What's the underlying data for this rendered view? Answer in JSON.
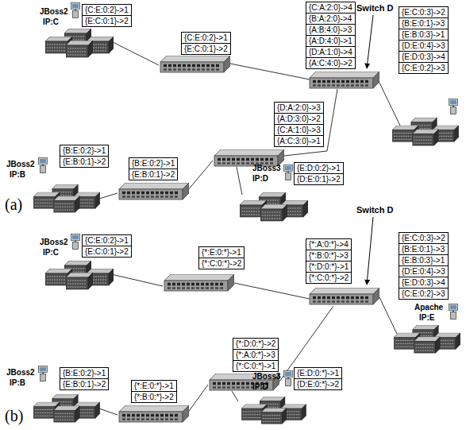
{
  "diagram": {
    "nodes": [
      {
        "text": [
          "{C:E:0:2}->1",
          "{E:C:0:1}->2"
        ]
      },
      {
        "text": [
          "{C:A:2:0}->4",
          "{B:A:2:0}->4",
          "{A:B:4:0}->3",
          "{A:D:4:0}->1",
          "{D:A:1:0}->4",
          "{A:C:4:0}->2"
        ]
      },
      {
        "text": [
          "{E:C:0:3}->2",
          "{B:E:0:1}->3",
          "{E:B:0:3}->1",
          "{D:E:0:4}->3",
          "{E:D:0:3}->4",
          "{C:E:0:2}->3"
        ]
      },
      {
        "text": [
          "{C:E:0:2}->1",
          "{E:C:0:1}->2"
        ]
      },
      {
        "text": [
          "{D:A:2:0}->3",
          "{A:D:3:0}->2",
          "{C:A:1:0}->3",
          "{A:C:3:0}->1"
        ]
      },
      {
        "text": [
          "{B:E:0:2}->1",
          "{E:B:0:1}->2"
        ]
      },
      {
        "text": [
          "{B:E:0:2}->1",
          "{E:B:0:1}->2"
        ]
      },
      {
        "text": [
          "{E:D:0:2}->1",
          "{D:E:0:1}->2"
        ]
      },
      {
        "text": [
          "{C:E:0:2}->1",
          "{E:C:0:1}->2"
        ]
      },
      {
        "text": [
          "{*:E:0:*}->1",
          "{*:C:0:*}->2"
        ]
      },
      {
        "text": [
          "{*:A:0:*}->4",
          "{*:B:0:*}->3",
          "{*:D:0:*}->1",
          "{*:C:0:*}->2"
        ]
      },
      {
        "text": [
          "{E:C:0:3}->2",
          "{B:E:0:1}->3",
          "{E:B:0:3}->1",
          "{D:E:0:4}->3",
          "{E:D:0:3}->4",
          "{C:E:0:2}->3"
        ]
      },
      {
        "text": [
          "{*:D:0:*}->2",
          "{*:A:0:*}->3",
          "{*:C:0:*}->1"
        ]
      },
      {
        "text": [
          "{B:E:0:2}->1",
          "{E:B:0:1}->2"
        ]
      },
      {
        "text": [
          "{*:E:0:*}->1",
          "{*:B:0:*}->2"
        ]
      },
      {
        "text": [
          "{E:D:0:*}->1",
          "{D:E:0:*}->2"
        ]
      }
    ],
    "labels": [
      "JBoss2",
      "IP:C",
      "Switch D",
      "JBoss2",
      "IP:B",
      "JBoss3",
      "IP:D",
      "(a)",
      "JBoss2",
      "IP:C",
      "Switch D",
      "Apache",
      "IP:E",
      "JBoss2",
      "IP:B",
      "JBoss3",
      "IP:D",
      "(b)"
    ]
  }
}
